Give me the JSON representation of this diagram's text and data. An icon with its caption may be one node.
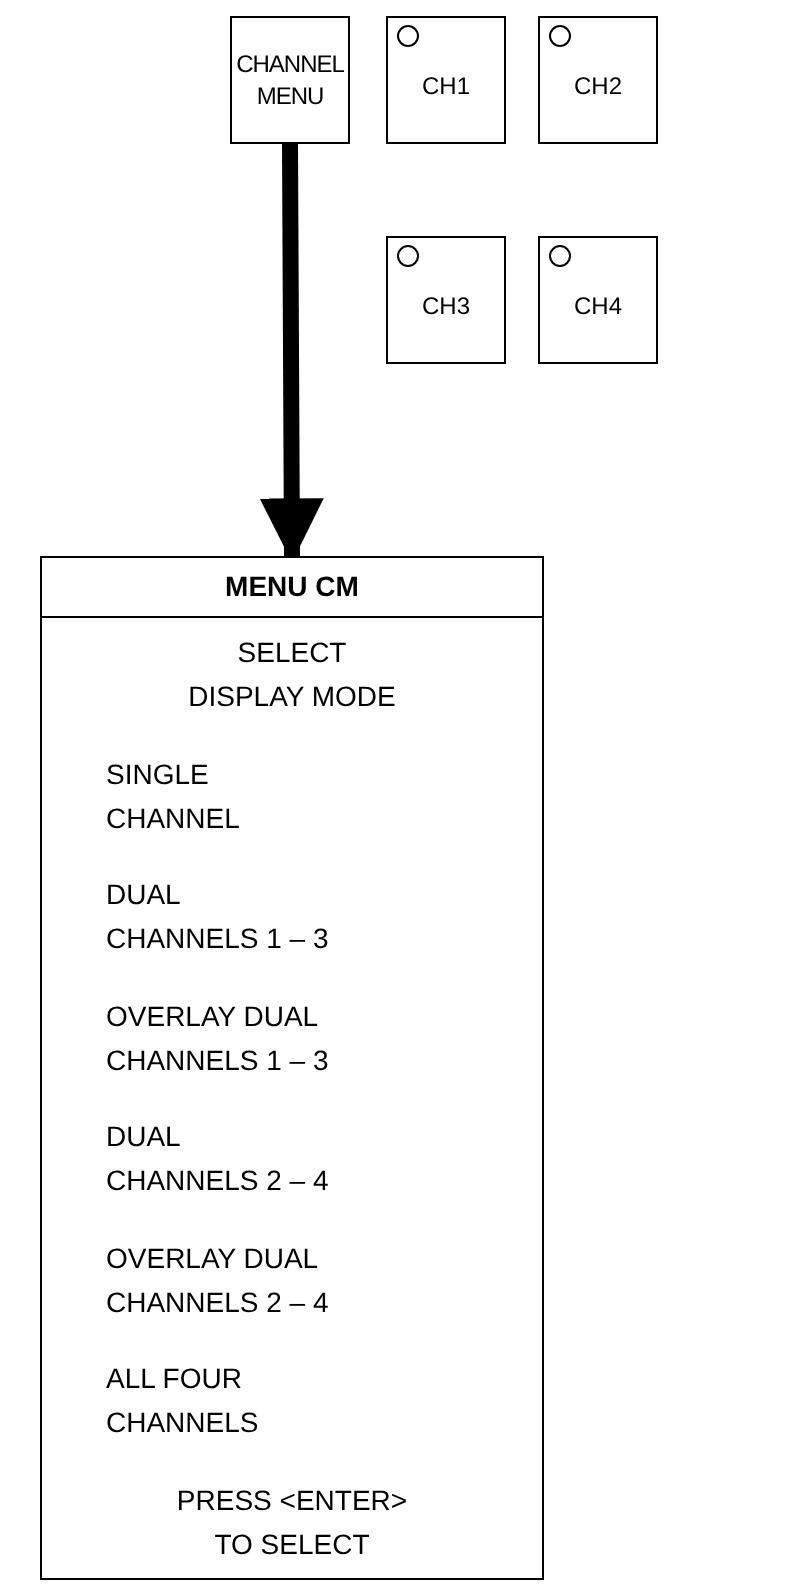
{
  "diagram": {
    "nodes": [
      {
        "text": [
          "CHANNEL MENU"
        ]
      },
      {
        "text": [
          "CH1"
        ]
      },
      {
        "text": [
          "CH2"
        ]
      },
      {
        "text": [
          "CH3"
        ]
      },
      {
        "text": [
          "CH4"
        ]
      },
      {
        "text": [
          "MENU CM",
          "SELECT DISPLAY MODE",
          "SINGLE CHANNEL",
          "DUAL CHANNELS 1 – 3",
          "OVERLAY DUAL CHANNELS 1 – 3",
          "DUAL CHANNELS 2 – 4",
          "OVERLAY DUAL CHANNELS 2 – 4",
          "ALL FOUR CHANNELS",
          "PRESS <ENTER> TO SELECT"
        ]
      }
    ],
    "edges": [
      {
        "from": 0,
        "to": 5,
        "arrow": "to"
      }
    ]
  }
}
